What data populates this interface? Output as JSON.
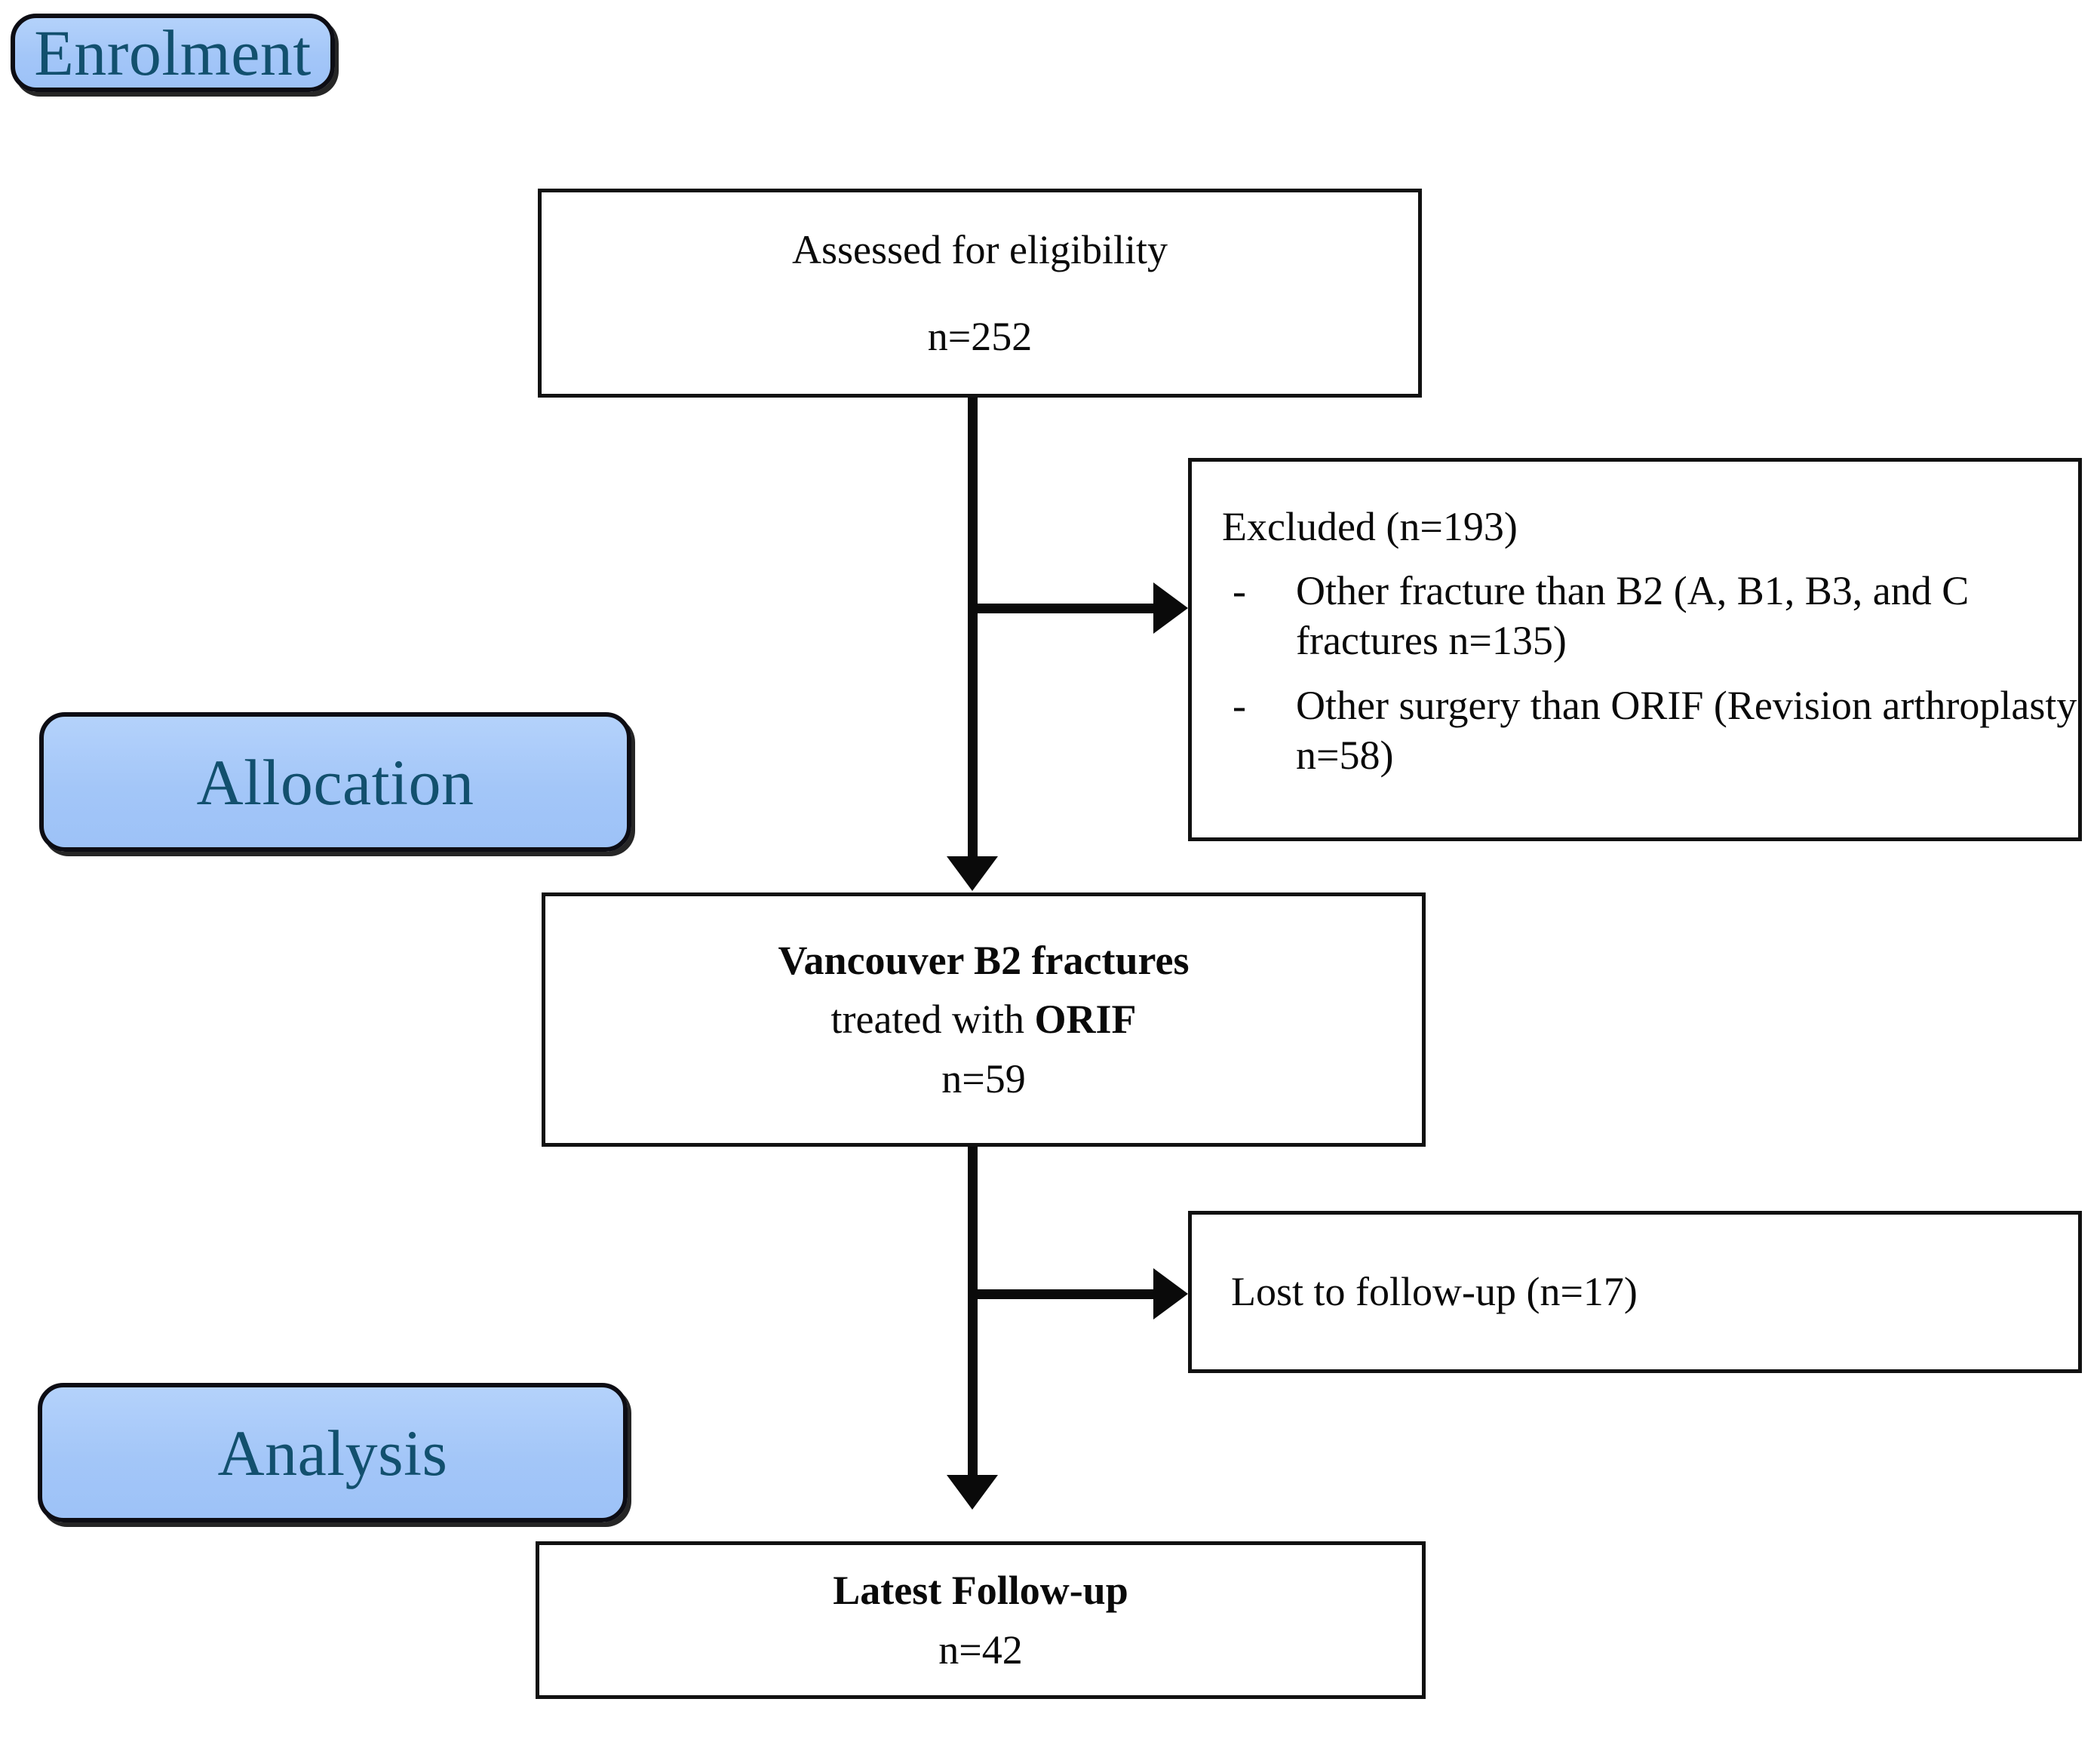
{
  "diagram": {
    "title": "CONSORT participant flow diagram",
    "colors": {
      "badge_fill": "#a3c6f8",
      "badge_text": "#12506e",
      "badge_border": "#0d0d14",
      "box_border": "#111111",
      "box_fill": "#ffffff",
      "connector": "#0a0a0a",
      "page_background": "#ffffff"
    }
  },
  "stages": [
    {
      "id": "enrolment",
      "label": "Enrolment"
    },
    {
      "id": "allocation",
      "label": "Allocation"
    },
    {
      "id": "analysis",
      "label": "Analysis"
    }
  ],
  "boxes": {
    "assessed": {
      "line1": "Assessed for eligibility",
      "line2": "n=252"
    },
    "excluded": {
      "heading": "Excluded (n=193)",
      "bullet_marker": "-",
      "items": [
        "Other fracture than B2 (A, B1, B3, and C fractures n=135)",
        "Other surgery than ORIF (Revision arthroplasty n=58)"
      ]
    },
    "allocated": {
      "line1": "Vancouver B2 fractures",
      "line2_prefix": "treated with ",
      "line2_bold": "ORIF",
      "line3": "n=59"
    },
    "lost": {
      "line1": "Lost to follow-up (n=17)"
    },
    "final": {
      "line1": "Latest Follow-up",
      "line2": "n=42"
    }
  },
  "connectors": [
    {
      "id": "assessed-to-allocated",
      "type": "vertical-arrow"
    },
    {
      "id": "assessed-to-excluded",
      "type": "horizontal-arrow"
    },
    {
      "id": "allocated-to-final",
      "type": "vertical-arrow"
    },
    {
      "id": "allocated-to-lost",
      "type": "horizontal-arrow"
    }
  ]
}
